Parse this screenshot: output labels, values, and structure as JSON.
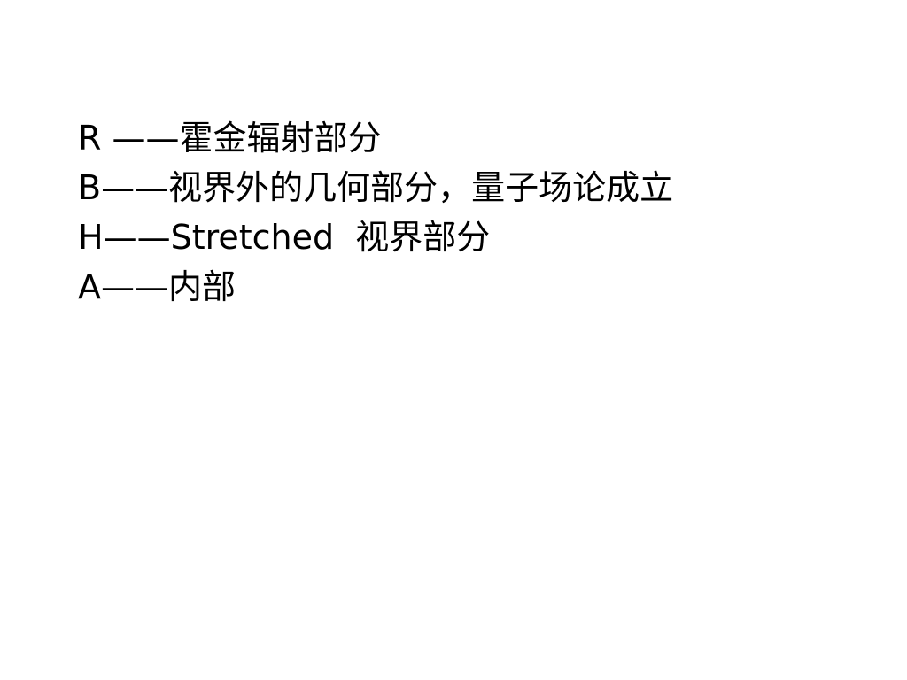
{
  "slide": {
    "lines": [
      "R ——霍金辐射部分",
      "B——视界外的几何部分，量子场论成立",
      "H——Stretched  视界部分",
      "A——内部"
    ]
  }
}
